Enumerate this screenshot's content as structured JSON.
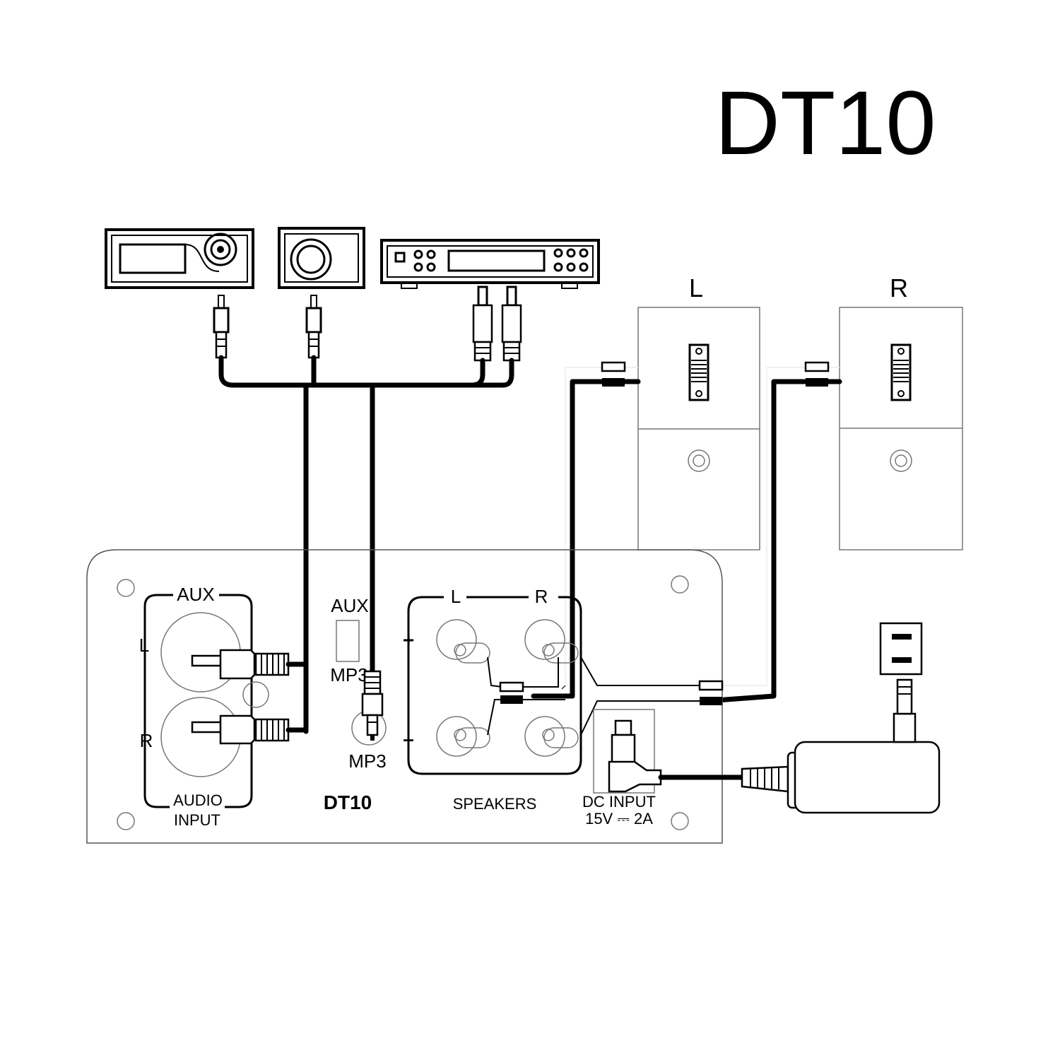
{
  "title": "DT10",
  "speaker_left_label": "L",
  "speaker_right_label": "R",
  "panel": {
    "aux_header": "AUX",
    "aux_left": "L",
    "aux_right": "R",
    "audio_input_line1": "AUDIO",
    "audio_input_line2": "INPUT",
    "switch_top": "AUX",
    "switch_bottom": "MP3",
    "mp3_jack_label": "MP3",
    "model": "DT10",
    "speakers_left": "L",
    "speakers_right": "R",
    "plus": "+",
    "minus": "–",
    "speakers_label": "SPEAKERS",
    "dc_line1": "DC INPUT",
    "dc_line2": "15V ⎓ 2A"
  }
}
